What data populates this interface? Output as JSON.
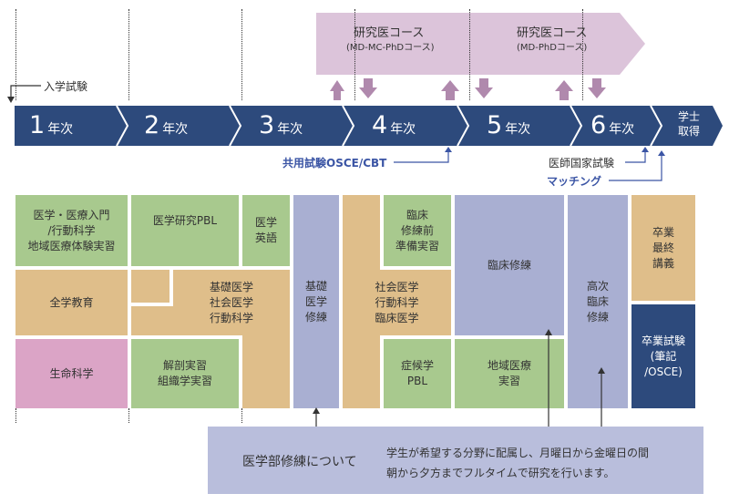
{
  "top": {
    "entrance_exam": "入学試験",
    "course1_title": "研究医コース",
    "course1_sub": "(MD-MC-PhDコース)",
    "course2_title": "研究医コース",
    "course2_sub": "(MD-PhDコース)"
  },
  "timeline": {
    "years": [
      {
        "num": "1",
        "suffix": "年次"
      },
      {
        "num": "2",
        "suffix": "年次"
      },
      {
        "num": "3",
        "suffix": "年次"
      },
      {
        "num": "4",
        "suffix": "年次"
      },
      {
        "num": "5",
        "suffix": "年次"
      },
      {
        "num": "6",
        "suffix": "年次"
      }
    ],
    "degree": "学士\n取得"
  },
  "exams": {
    "cbt": "共用試験OSCE/CBT",
    "national": "医師国家試験",
    "matching": "マッチング"
  },
  "blocks": {
    "intro": "医学・医療入門\n/行動科学\n地域医療体験実習",
    "research_pbl": "医学研究PBL",
    "english": "医学\n英語",
    "basic_training": "基礎\n医学\n修練",
    "prep": "臨床\n修練前\n準備実習",
    "clinical": "臨床修練",
    "advanced": "高次\n臨床\n修練",
    "graduation_lecture": "卒業\n最終\n講義",
    "general_ed": "全学教育",
    "basic_social": "基礎医学\n社会医学\n行動科学",
    "social_clinical": "社会医学\n行動科学\n臨床医学",
    "life_science": "生命科学",
    "anatomy": "解剖実習\n組織学実習",
    "symptom_pbl": "症候学\nPBL",
    "community": "地域医療\n実習",
    "graduation_exam": "卒業試験\n(筆記\n/OSCE)"
  },
  "note": {
    "title": "医学部修練について",
    "line1": "学生が希望する分野に配属し、月曜日から金曜日の間",
    "line2": "朝から夕方までフルタイムで研究を行います。"
  },
  "colors": {
    "navy": "#2d4a7c",
    "green": "#a8c98e",
    "tan": "#dfbe8a",
    "pink": "#dba4c6",
    "lavender": "#a9afd2",
    "course": "#dcc4da",
    "arrow": "#b089ad",
    "note_bg": "#b9bedc",
    "label_blue": "#3b55a5"
  }
}
